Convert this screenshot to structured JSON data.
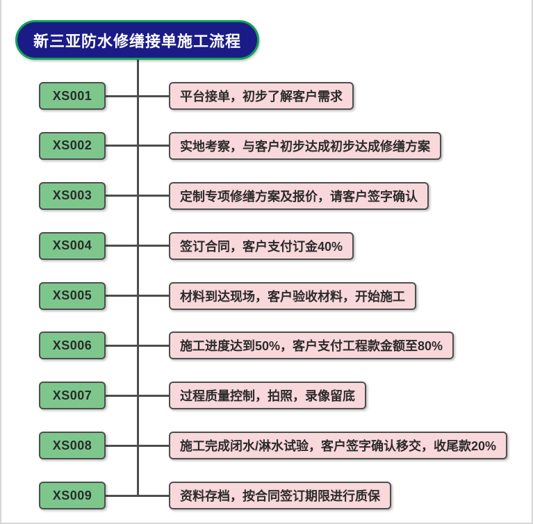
{
  "page": {
    "background": "#ffffff",
    "edge_color": "#d6d6d6"
  },
  "title": {
    "label": "新三亚防水修缮接单施工流程",
    "fill": "#1b1b87",
    "border": "#0ca654",
    "text_color": "#ffffff"
  },
  "flow": {
    "line_color": "#4d4d4d",
    "node_border": "#4d4d4d",
    "code_fill": "#7dc78d",
    "desc_fill": "#f8d8da",
    "node_text_color": "#2b2b2b"
  },
  "steps": [
    {
      "code": "XS001",
      "desc": "平台接单，初步了解客户需求"
    },
    {
      "code": "XS002",
      "desc": "实地考察，与客户初步达成初步达成修缮方案"
    },
    {
      "code": "XS003",
      "desc": "定制专项修缮方案及报价，请客户签字确认"
    },
    {
      "code": "XS004",
      "desc": "签订合同，客户支付订金40%"
    },
    {
      "code": "XS005",
      "desc": "材料到达现场，客户验收材料，开始施工"
    },
    {
      "code": "XS006",
      "desc": "施工进度达到50%，客户支付工程款金额至80%"
    },
    {
      "code": "XS007",
      "desc": "过程质量控制，拍照，录像留底"
    },
    {
      "code": "XS008",
      "desc": "施工完成闭水/淋水试验，客户签字确认移交，收尾款20%"
    },
    {
      "code": "XS009",
      "desc": "资料存档，按合同签订期限进行质保"
    }
  ]
}
